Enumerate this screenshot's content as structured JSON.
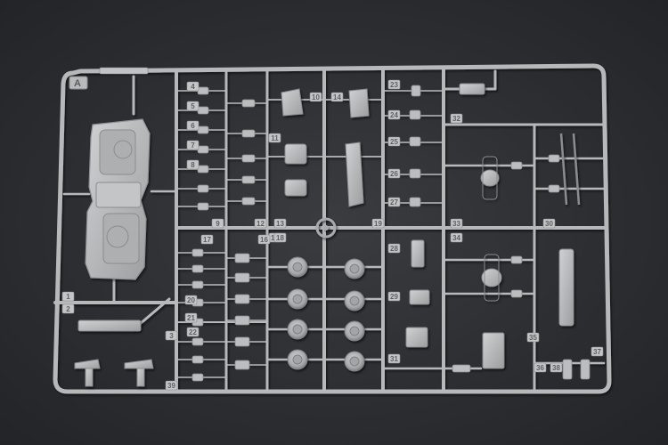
{
  "sprue": {
    "letter": "A",
    "brand_text": "",
    "part_numbers": [
      "1",
      "2",
      "3",
      "4",
      "5",
      "6",
      "7",
      "8",
      "9",
      "10",
      "11",
      "12",
      "13",
      "14",
      "15",
      "16",
      "17",
      "18",
      "19",
      "20",
      "21",
      "22",
      "23",
      "24",
      "25",
      "26",
      "27",
      "28",
      "29",
      "30",
      "31",
      "32",
      "33",
      "34",
      "35",
      "36",
      "37",
      "38",
      "39"
    ]
  },
  "colors": {
    "background": "#2b2d31",
    "plastic": "#b9babc",
    "plastic_shadow": "#8e9092",
    "plastic_highlight": "#d4d5d6"
  }
}
